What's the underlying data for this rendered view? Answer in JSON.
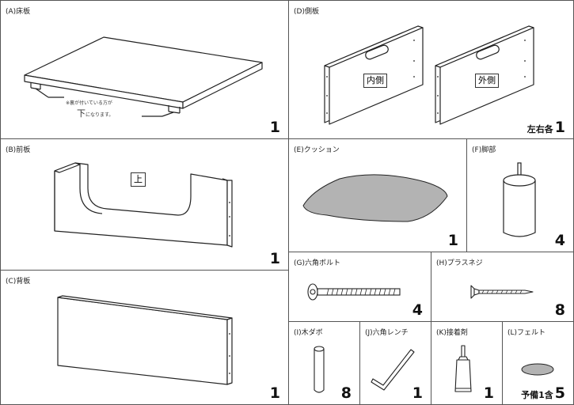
{
  "parts": {
    "A": {
      "label": "(A)床板",
      "qty": "1",
      "note_line1": "※裏が付いている方が",
      "note_big": "下",
      "note_line2": "になります。"
    },
    "B": {
      "label": "(B)前板",
      "qty": "1",
      "badge": "上"
    },
    "C": {
      "label": "(C)背板",
      "qty": "1"
    },
    "D": {
      "label": "(D)側板",
      "qty_prefix": "左右各",
      "qty": "1",
      "badge_inner": "内側",
      "badge_outer": "外側"
    },
    "E": {
      "label": "(E)クッション",
      "qty": "1"
    },
    "F": {
      "label": "(F)脚部",
      "qty": "4"
    },
    "G": {
      "label": "(G)六角ボルト",
      "qty": "4"
    },
    "H": {
      "label": "(H)プラスネジ",
      "qty": "8"
    },
    "I": {
      "label": "(I)木ダボ",
      "qty": "8"
    },
    "J": {
      "label": "(J)六角レンチ",
      "qty": "1"
    },
    "K": {
      "label": "(K)接着剤",
      "qty": "1"
    },
    "L": {
      "label": "(L)フェルト",
      "qty_prefix": "予備1含",
      "qty": "5"
    }
  },
  "colors": {
    "border": "#555555",
    "cushion": "#b3b3b3",
    "line": "#222222"
  }
}
